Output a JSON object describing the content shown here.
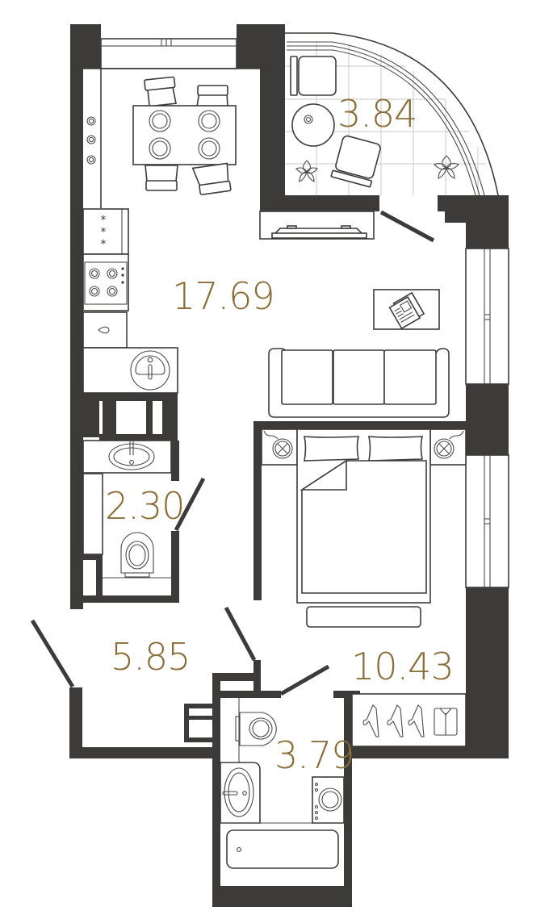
{
  "plan": {
    "type": "apartment-floor-plan",
    "colors": {
      "wall": "#3c3b39",
      "label": "#8a6d37",
      "background": "#ffffff",
      "tile_grid": "#c8c8c8"
    },
    "rooms": [
      {
        "id": "balcony",
        "name": "balcony",
        "area": "3.84"
      },
      {
        "id": "living-kitchen",
        "name": "kitchen-living-room",
        "area": "17.69"
      },
      {
        "id": "wc",
        "name": "toilet",
        "area": "2.30"
      },
      {
        "id": "hallway",
        "name": "hallway",
        "area": "5.85"
      },
      {
        "id": "bedroom",
        "name": "bedroom",
        "area": "10.43"
      },
      {
        "id": "bathroom",
        "name": "bathroom",
        "area": "3.79"
      }
    ],
    "icons": [
      "dining-table-icon",
      "chair-icon",
      "plate-icon",
      "stove-icon",
      "fridge-icon",
      "kitchen-sink-icon",
      "armchair-icon",
      "coffee-table-icon",
      "plant-icon",
      "tv-icon",
      "sofa-icon",
      "magazine-table-icon",
      "bed-icon",
      "nightstand-lamp-icon",
      "bench-icon",
      "toilet-icon",
      "washbasin-icon",
      "washing-machine-icon",
      "bathtub-icon",
      "hanger-icon",
      "shirt-icon",
      "window-icon",
      "door-icon"
    ]
  }
}
